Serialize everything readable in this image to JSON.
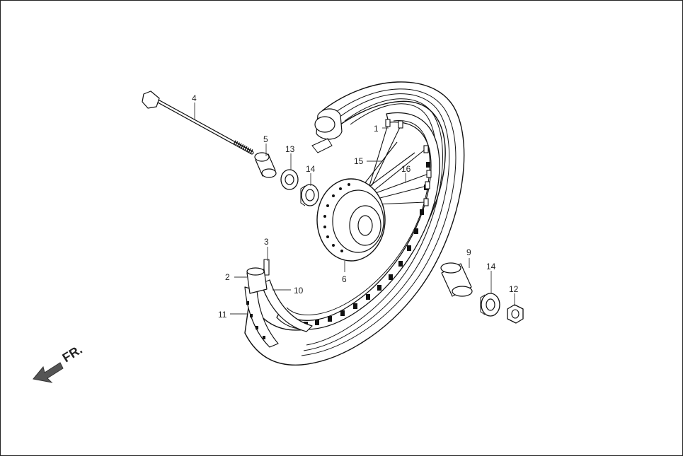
{
  "callouts": {
    "c1": "1",
    "c2": "2",
    "c3": "3",
    "c4": "4",
    "c5": "5",
    "c6": "6",
    "c9": "9",
    "c10": "10",
    "c11": "11",
    "c12": "12",
    "c13": "13",
    "c14a": "14",
    "c14b": "14",
    "c15": "15",
    "c16": "16"
  },
  "direction_label": "FR.",
  "icons": {
    "direction": "front-direction-arrow-icon"
  }
}
